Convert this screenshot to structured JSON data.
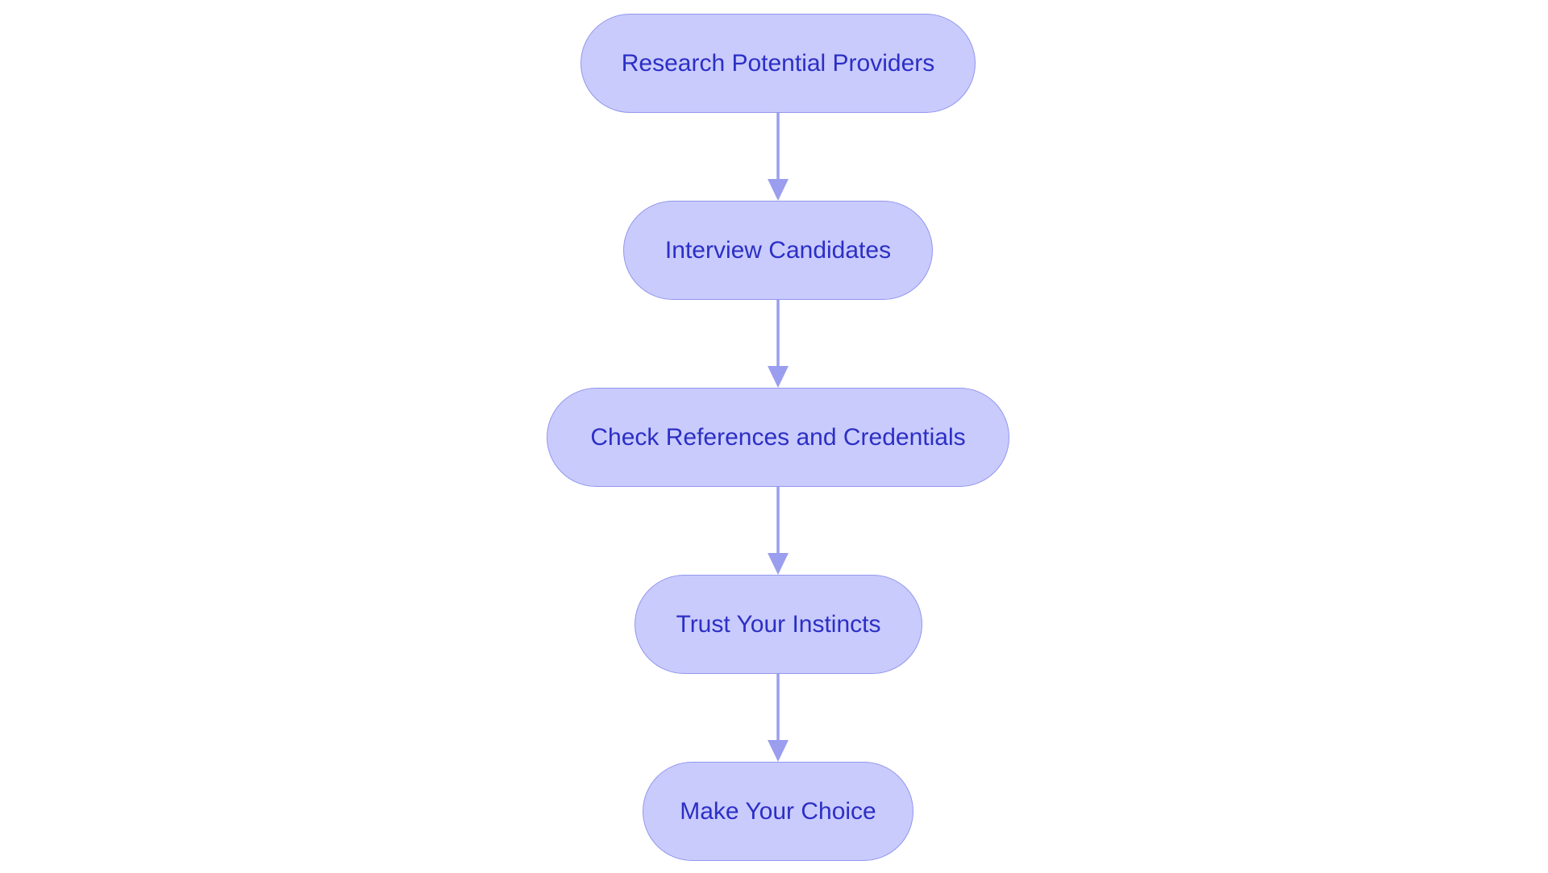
{
  "diagram": {
    "type": "flowchart",
    "direction": "top-to-bottom",
    "colors": {
      "node_fill": "#c9cbfd",
      "node_border": "#9397ec",
      "node_text": "#2c2fc4",
      "edge": "#9b9eee"
    },
    "nodes": [
      {
        "id": "research",
        "label": "Research Potential Providers"
      },
      {
        "id": "interview",
        "label": "Interview Candidates"
      },
      {
        "id": "check",
        "label": "Check References and Credentials"
      },
      {
        "id": "trust",
        "label": "Trust Your Instincts"
      },
      {
        "id": "choice",
        "label": "Make Your Choice"
      }
    ],
    "edges": [
      {
        "from": "research",
        "to": "interview"
      },
      {
        "from": "interview",
        "to": "check"
      },
      {
        "from": "check",
        "to": "trust"
      },
      {
        "from": "trust",
        "to": "choice"
      }
    ]
  }
}
